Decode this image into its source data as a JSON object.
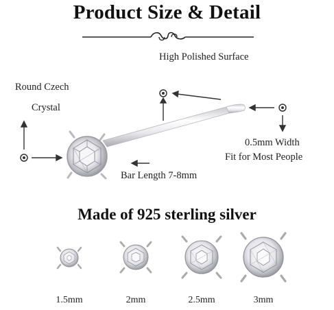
{
  "header": {
    "title": "Product Size & Detail"
  },
  "diagram": {
    "surface_label": "High Polished Surface",
    "crystal_label_line1": "Round Czech",
    "crystal_label_line2": "Crystal",
    "width_label_line1": "0.5mm Width",
    "width_label_line2": "Fit for Most People",
    "bar_length_label": "Bar Length 7-8mm"
  },
  "material": {
    "text": "Made of 925 sterling silver"
  },
  "sizes": [
    {
      "label": "1.5mm"
    },
    {
      "label": "2mm"
    },
    {
      "label": "2.5mm"
    },
    {
      "label": "3mm"
    }
  ],
  "colors": {
    "text": "#111111",
    "pointer": "#333333",
    "silver_light": "#f4f4f6",
    "silver_dark": "#9a9aa2"
  }
}
